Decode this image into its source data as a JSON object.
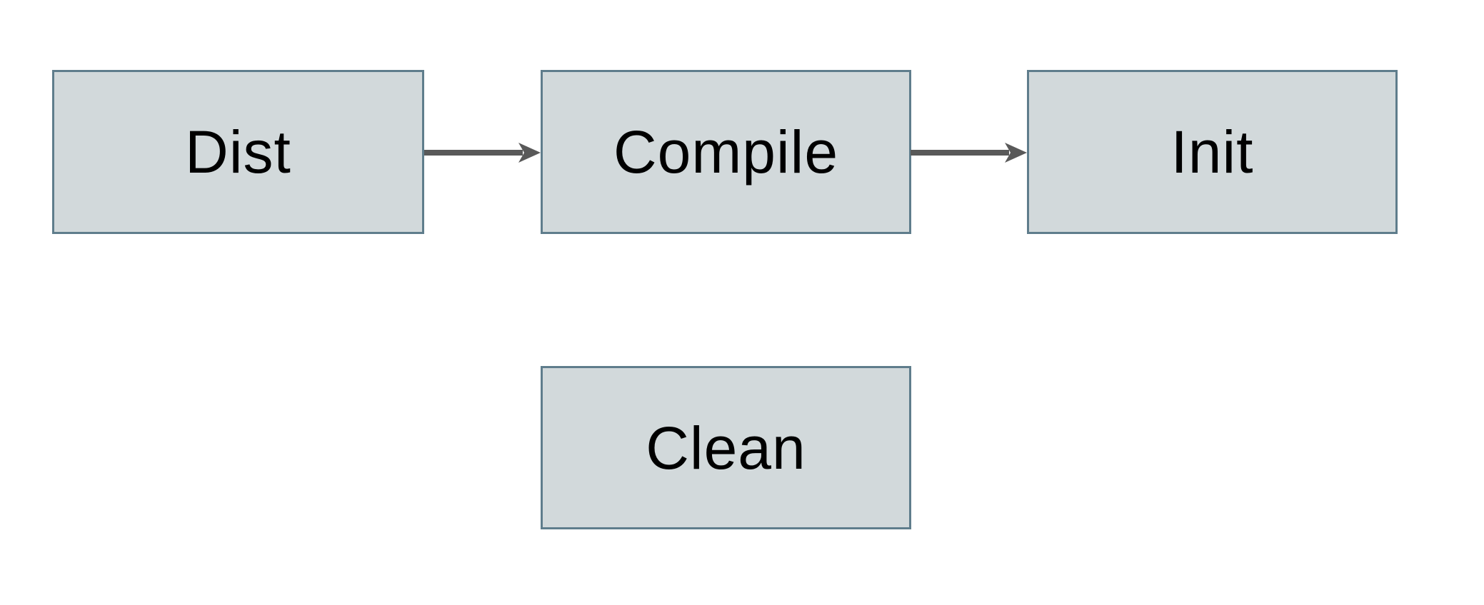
{
  "diagram": {
    "title": "",
    "nodes": [
      {
        "id": "dist",
        "label": "Dist"
      },
      {
        "id": "compile",
        "label": "Compile"
      },
      {
        "id": "init",
        "label": "Init"
      },
      {
        "id": "clean",
        "label": "Clean"
      }
    ],
    "edges": [
      {
        "from": "Dist",
        "to": "Compile",
        "direction": "right"
      },
      {
        "from": "Compile",
        "to": "Init",
        "direction": "right"
      }
    ],
    "colors": {
      "background": "#ffffff",
      "node_fill": "#d2d9db",
      "node_border": "#5f7d8c",
      "arrow": "#595959",
      "text": "#000000"
    }
  }
}
